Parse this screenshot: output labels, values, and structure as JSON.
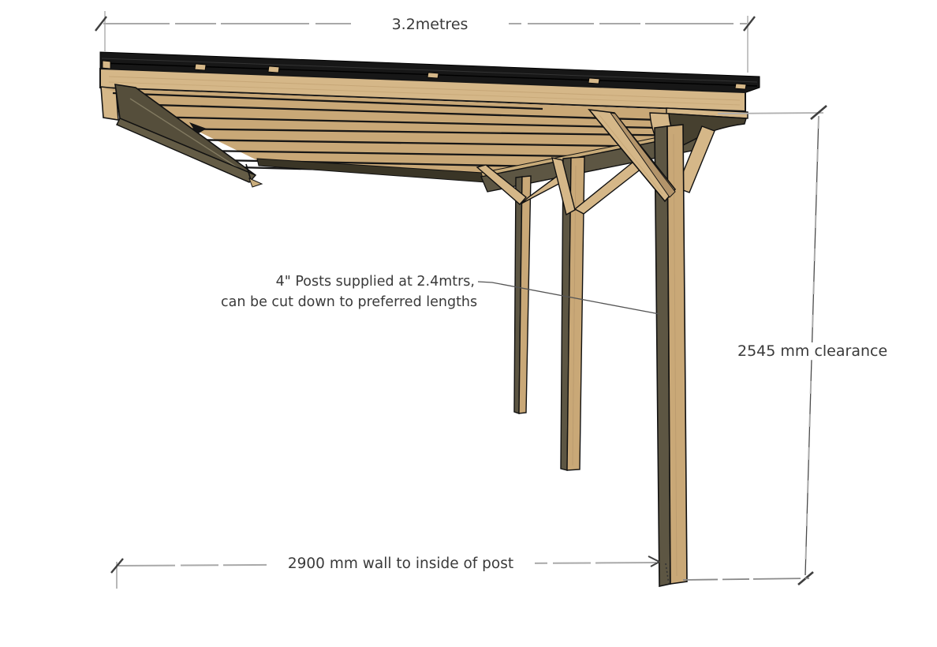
{
  "diagram": {
    "description": "Perspective drawing of a lean-to timber carport / pergola frame attached to a wall, with three support posts, knee braces, rafters, front beam, wall gallows bracket and black roof covering",
    "annotations": {
      "width": "3.2metres",
      "clearance": "2545 mm clearance",
      "wall_to_post": "2900 mm wall to inside of post",
      "post_note_line1": "4\" Posts supplied at 2.4mtrs,",
      "post_note_line2": "can be cut down to preferred lengths"
    },
    "colors": {
      "wood": "#d5b788",
      "wood_mid": "#c9a877",
      "wood_dark": "#b3946a",
      "olive": "#5d5643",
      "olive_dark": "#46402f",
      "bracket": "#554e3b",
      "roof_black": "#171717",
      "outline": "#161616",
      "dim_line": "#a9a9a9",
      "tick": "#3f3f3f",
      "text": "#3a3a3a"
    }
  }
}
